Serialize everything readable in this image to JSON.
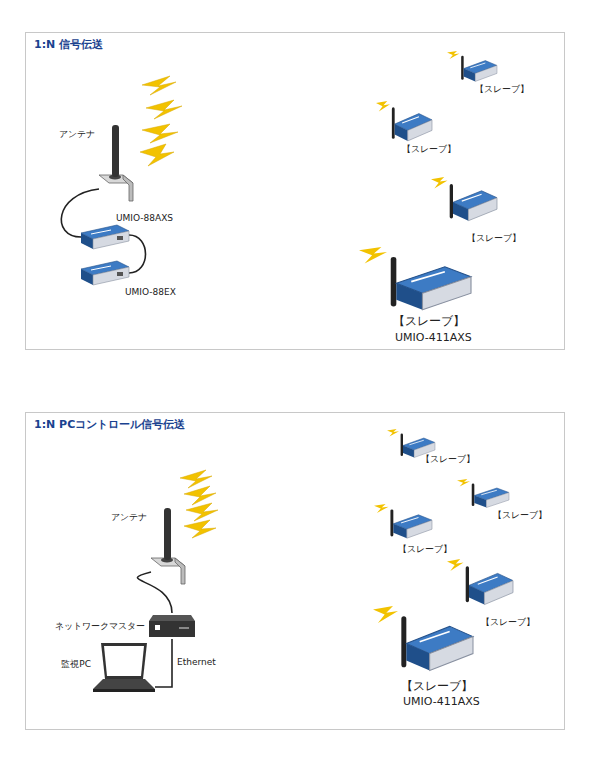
{
  "diagram": {
    "nodes": [
      {
        "text": [
          "1:N 信号伝送"
        ]
      },
      {
        "text": [
          "アンテナ"
        ],
        "in": 0
      },
      {
        "text": [
          "UMIO-88AXS"
        ],
        "in": 0
      },
      {
        "text": [
          "UMIO-88EX"
        ],
        "in": 0
      },
      {
        "text": [
          "【スレーブ】"
        ],
        "in": 0
      },
      {
        "text": [
          "【スレーブ】"
        ],
        "in": 0
      },
      {
        "text": [
          "【スレーブ】"
        ],
        "in": 0
      },
      {
        "text": [
          "【スレーブ】",
          "UMIO-411AXS"
        ],
        "in": 0
      },
      {
        "text": [
          "1:N PCコントロール信号伝送"
        ]
      },
      {
        "text": [
          "アンテナ"
        ],
        "in": 8
      },
      {
        "text": [
          "ネットワークマスター"
        ],
        "in": 8
      },
      {
        "text": [
          "監視PC"
        ],
        "in": 8
      },
      {
        "text": [
          "【スレーブ】"
        ],
        "in": 8
      },
      {
        "text": [
          "【スレーブ】"
        ],
        "in": 8
      },
      {
        "text": [
          "【スレーブ】"
        ],
        "in": 8
      },
      {
        "text": [
          "【スレーブ】"
        ],
        "in": 8
      },
      {
        "text": [
          "【スレーブ】",
          "UMIO-411AXS"
        ],
        "in": 8
      }
    ],
    "edges": [
      {
        "from": 1,
        "to": 2,
        "arrow": "none"
      },
      {
        "from": 2,
        "to": 3,
        "arrow": "none"
      },
      {
        "from": 9,
        "to": 10,
        "arrow": "none"
      },
      {
        "from": 11,
        "to": 10,
        "label": "Ethernet",
        "arrow": "none"
      }
    ]
  }
}
